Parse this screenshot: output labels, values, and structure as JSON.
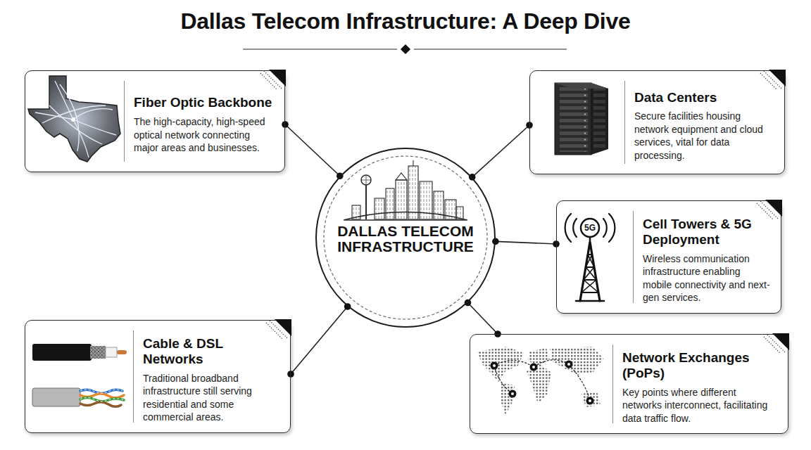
{
  "diagram": {
    "title": "Dallas Telecom Infrastructure: A Deep Dive",
    "nodes": [
      {
        "text": [
          "Fiber Optic Backbone",
          "The high-capacity, high-speed optical network connecting major areas and businesses."
        ]
      },
      {
        "text": [
          "Data Centers",
          "Secure facilities housing network equipment and cloud services, vital for data processing."
        ]
      },
      {
        "text": [
          "DALLAS TELECOM INFRASTRUCTURE"
        ]
      },
      {
        "text": [
          "Cell Towers & 5G Deployment",
          "Wireless communication infrastructure enabling mobile connectivity and next-gen services."
        ]
      },
      {
        "text": [
          "Cable & DSL Networks",
          "Traditional broadband infrastructure still serving residential and some commercial areas."
        ]
      },
      {
        "text": [
          "Network Exchanges (PoPs)",
          "Key points where different networks interconnect, facilitating data traffic flow."
        ]
      }
    ],
    "edges": [
      {
        "from": 2,
        "to": 0,
        "arrow": "none"
      },
      {
        "from": 2,
        "to": 1,
        "arrow": "none"
      },
      {
        "from": 2,
        "to": 3,
        "arrow": "none"
      },
      {
        "from": 2,
        "to": 4,
        "arrow": "none"
      },
      {
        "from": 2,
        "to": 5,
        "arrow": "none"
      }
    ],
    "labels": [
      "5G"
    ]
  }
}
